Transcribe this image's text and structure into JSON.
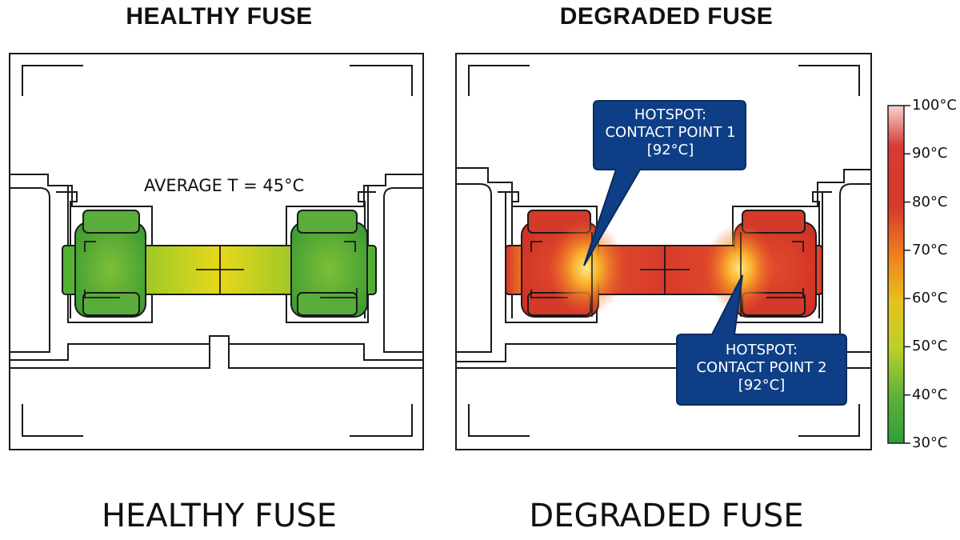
{
  "panels": {
    "healthy": {
      "title": "HEALTHY FUSE",
      "caption": "HEALTHY FUSE",
      "average_label": "AVERAGE T = 45°C",
      "average_temp_c": 45
    },
    "degraded": {
      "title": "DEGRADED FUSE",
      "caption": "DEGRADED FUSE",
      "hotspots": [
        {
          "line1": "HOTSPOT:",
          "line2": "CONTACT POINT 1",
          "line3": "[92°C]",
          "temp_c": 92
        },
        {
          "line1": "HOTSPOT:",
          "line2": "CONTACT POINT 2",
          "line3": "[92°C]",
          "temp_c": 92
        }
      ]
    }
  },
  "colorbar": {
    "min_c": 30,
    "max_c": 100,
    "ticks": [
      "100°C",
      "90°C",
      "80°C",
      "70°C",
      "60°C",
      "50°C",
      "40°C",
      "30°C"
    ],
    "colors": {
      "cold": "#2e9e3a",
      "mid": "#c6d51e",
      "warm": "#f7a21a",
      "hot": "#d3342a",
      "max": "#f6d2d2"
    }
  },
  "colors": {
    "callout_fill": "#0e3f86",
    "outline": "#1a1a1a"
  }
}
